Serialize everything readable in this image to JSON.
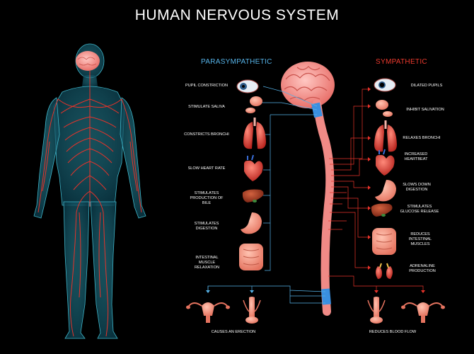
{
  "title": "HUMAN NERVOUS SYSTEM",
  "parasympathetic": {
    "heading": "PARASYMPATHETIC",
    "effects": [
      {
        "label": "PUPIL CONSTRICTION",
        "icon": "eye-icon"
      },
      {
        "label": "STIMULATE SALIVA",
        "icon": "salivary-gland-icon"
      },
      {
        "label": "CONSTRICTS BRONCHI",
        "icon": "lungs-icon"
      },
      {
        "label": "SLOW HEART RATE",
        "icon": "heart-icon"
      },
      {
        "label": "STIMULATES PRODUCTION OF BILE",
        "icon": "liver-icon"
      },
      {
        "label": "STIMULATES DIGESTION",
        "icon": "stomach-icon"
      },
      {
        "label": "INTESTINAL MUSCLE RELAXATION",
        "icon": "intestines-icon"
      }
    ],
    "bottom_label": "CAUSES AN ERECTION"
  },
  "sympathetic": {
    "heading": "SYMPATHETIC",
    "effects": [
      {
        "label": "DILATED PUPILS",
        "icon": "eye-icon"
      },
      {
        "label": "INHIBIT SALIVATION",
        "icon": "salivary-gland-icon"
      },
      {
        "label": "RELAXES BRONCHI",
        "icon": "lungs-icon"
      },
      {
        "label": "INCREASED HEARTBEAT",
        "icon": "heart-icon"
      },
      {
        "label": "SLOWS DOWN DIGESTION",
        "icon": "stomach-icon"
      },
      {
        "label": "STIMULATES GLUCOSE RELEASE",
        "icon": "liver-icon"
      },
      {
        "label": "REDUCES INTESTINAL MUSCLES",
        "icon": "intestines-icon"
      },
      {
        "label": "ADRENALINE PRODUCTION",
        "icon": "kidneys-icon"
      }
    ],
    "bottom_label": "REDUCES BLOOD FLOW"
  },
  "colors": {
    "background": "#000000",
    "nerve": "#e8332a",
    "para_accent": "#56b3e8",
    "symp_accent": "#ee3a2e",
    "spine": "#f08a86",
    "body_glow": "#1f7a8c"
  }
}
